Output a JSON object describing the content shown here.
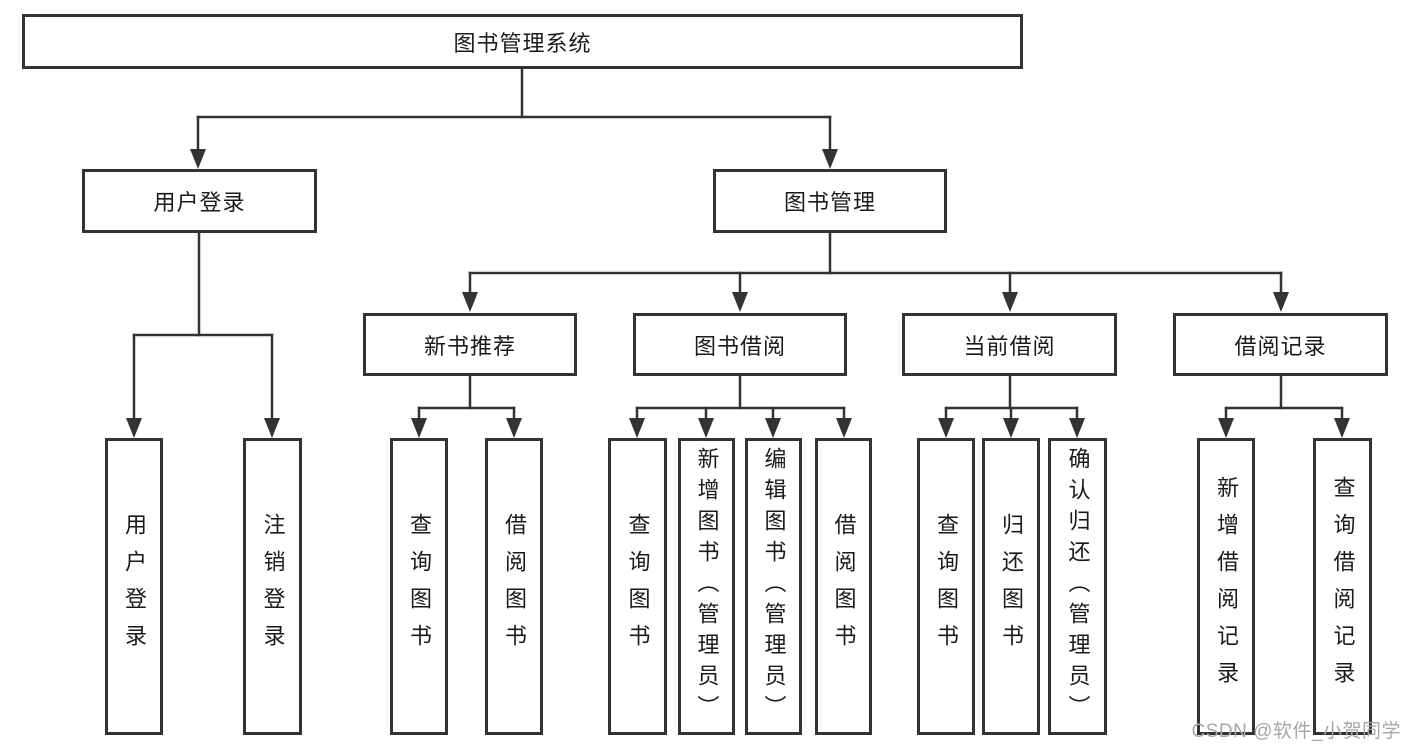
{
  "tree": {
    "label": "图书管理系统",
    "children": [
      {
        "label": "用户登录",
        "children": [
          {
            "label": "用户登录"
          },
          {
            "label": "注销登录"
          }
        ]
      },
      {
        "label": "图书管理",
        "children": [
          {
            "label": "新书推荐",
            "children": [
              {
                "label": "查询图书"
              },
              {
                "label": "借阅图书"
              }
            ]
          },
          {
            "label": "图书借阅",
            "children": [
              {
                "label": "查询图书"
              },
              {
                "label": "新增图书（管理员）"
              },
              {
                "label": "编辑图书（管理员）"
              },
              {
                "label": "借阅图书"
              }
            ]
          },
          {
            "label": "当前借阅",
            "children": [
              {
                "label": "查询图书"
              },
              {
                "label": "归还图书"
              },
              {
                "label": "确认归还（管理员）"
              }
            ]
          },
          {
            "label": "借阅记录",
            "children": [
              {
                "label": "新增借阅记录"
              },
              {
                "label": "查询借阅记录"
              }
            ]
          }
        ]
      }
    ]
  },
  "watermark": "CSDN @软件_小贺同学",
  "colors": {
    "line": "#333333",
    "text": "#1a1a1a",
    "watermark": "#a6a6a6",
    "background": "#ffffff"
  }
}
